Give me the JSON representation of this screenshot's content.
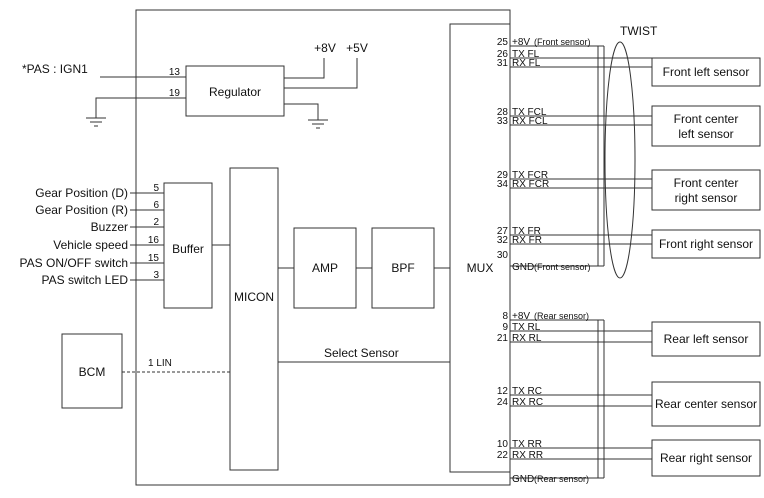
{
  "regulator": {
    "label": "Regulator",
    "in_pins": [
      "13",
      "19"
    ],
    "plus8v": "+8V",
    "plus5v": "+5V"
  },
  "ignition": {
    "label": "*PAS : IGN1"
  },
  "buffer": {
    "label": "Buffer",
    "inputs": [
      {
        "name": "Gear Position (D)",
        "pin": "5"
      },
      {
        "name": "Gear Position (R)",
        "pin": "6"
      },
      {
        "name": "Buzzer",
        "pin": "2"
      },
      {
        "name": "Vehicle speed",
        "pin": "16"
      },
      {
        "name": "PAS ON/OFF switch",
        "pin": "15"
      },
      {
        "name": "PAS switch LED",
        "pin": "3"
      }
    ]
  },
  "blocks": {
    "micon": "MICON",
    "amp": "AMP",
    "bpf": "BPF",
    "mux": "MUX"
  },
  "bcm": {
    "label": "BCM",
    "link": "1 LIN"
  },
  "select_sensor": "Select Sensor",
  "twist": "TWIST",
  "front": {
    "power": {
      "pin": "25",
      "label": "+8V",
      "note": "(Front sensor)"
    },
    "ground": {
      "pin": "30",
      "label": "GND",
      "note": "(Front sensor)"
    },
    "sensors": [
      {
        "name": [
          "Front left sensor"
        ],
        "tx": {
          "pin": "26",
          "label": "TX FL"
        },
        "rx": {
          "pin": "31",
          "label": "RX FL"
        }
      },
      {
        "name": [
          "Front center",
          "left sensor"
        ],
        "tx": {
          "pin": "28",
          "label": "TX FCL"
        },
        "rx": {
          "pin": "33",
          "label": "RX FCL"
        }
      },
      {
        "name": [
          "Front center",
          "right sensor"
        ],
        "tx": {
          "pin": "29",
          "label": "TX FCR"
        },
        "rx": {
          "pin": "34",
          "label": "RX FCR"
        }
      },
      {
        "name": [
          "Front right sensor"
        ],
        "tx": {
          "pin": "27",
          "label": "TX FR"
        },
        "rx": {
          "pin": "32",
          "label": "RX FR"
        }
      }
    ]
  },
  "rear": {
    "power": {
      "pin": "8",
      "label": "+8V",
      "note": "(Rear sensor)"
    },
    "ground": {
      "label": "GND",
      "note": "(Rear sensor)"
    },
    "sensors": [
      {
        "name": [
          "Rear left sensor"
        ],
        "tx": {
          "pin": "9",
          "label": "TX RL"
        },
        "rx": {
          "pin": "21",
          "label": "RX RL"
        }
      },
      {
        "name": [
          "Rear center sensor"
        ],
        "tx": {
          "pin": "12",
          "label": "TX RC"
        },
        "rx": {
          "pin": "24",
          "label": "RX RC"
        }
      },
      {
        "name": [
          "Rear right sensor"
        ],
        "tx": {
          "pin": "10",
          "label": "TX RR"
        },
        "rx": {
          "pin": "22",
          "label": "RX RR"
        }
      }
    ]
  }
}
